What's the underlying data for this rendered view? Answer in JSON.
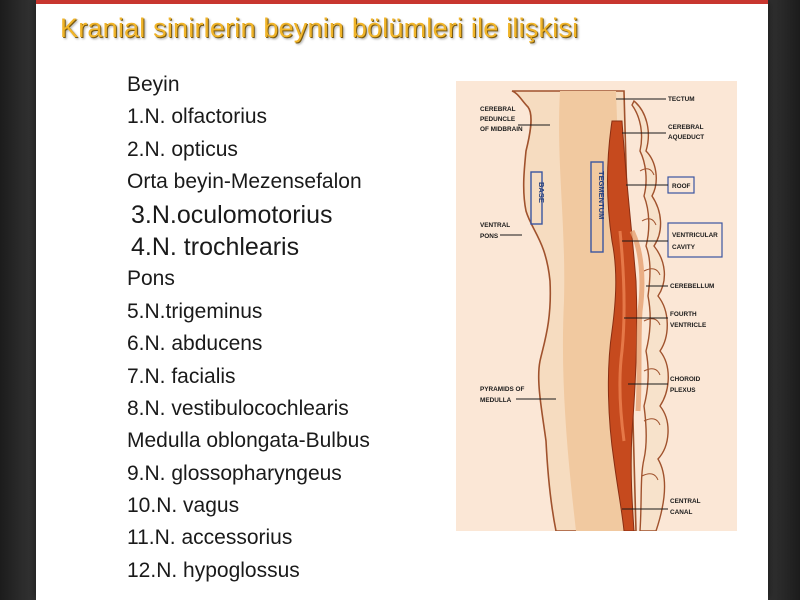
{
  "slide": {
    "title": "Kranial sinirlerin beynin bölümleri ile ilişkisi",
    "accent_color": "#c8362f",
    "title_color": "#f0b429"
  },
  "nerve_list": [
    {
      "text": "Beyin",
      "style": "normal"
    },
    {
      "text": "1.N. olfactorius",
      "style": "normal"
    },
    {
      "text": "2.N. opticus",
      "style": "normal"
    },
    {
      "text": "Orta beyin-Mezensefalon",
      "style": "normal"
    },
    {
      "text": "3.N.oculomotorius",
      "style": "big"
    },
    {
      "text": "4.N. trochlearis",
      "style": "big"
    },
    {
      "text": "Pons",
      "style": "normal"
    },
    {
      "text": "5.N.trigeminus",
      "style": "normal"
    },
    {
      "text": "6.N. abducens",
      "style": "normal"
    },
    {
      "text": "7.N. facialis",
      "style": "normal"
    },
    {
      "text": "8.N. vestibulocochlearis",
      "style": "normal"
    },
    {
      "text": "Medulla oblongata-Bulbus",
      "style": "normal"
    },
    {
      "text": "9.N. glossopharyngeus",
      "style": "normal"
    },
    {
      "text": "10.N. vagus",
      "style": "normal"
    },
    {
      "text": "11.N. accessorius",
      "style": "normal"
    },
    {
      "text": "12.N. hypoglossus",
      "style": "normal"
    }
  ],
  "diagram": {
    "left_labels": {
      "cerebral_peduncle": [
        "CEREBRAL",
        "PEDUNCLE",
        "OF MIDBRAIN"
      ],
      "ventral_pons": [
        "VENTRAL",
        "PONS"
      ],
      "pyramids_of_medulla": [
        "PYRAMIDS OF",
        "MEDULLA"
      ]
    },
    "right_labels": {
      "tectum": [
        "TECTUM"
      ],
      "cerebral_aqueduct": [
        "CEREBRAL",
        "AQUEDUCT"
      ],
      "roof": [
        "ROOF"
      ],
      "ventricular_cavity": [
        "VENTRICULAR",
        "CAVITY"
      ],
      "cerebellum": [
        "CEREBELLUM"
      ],
      "fourth_ventricle": [
        "FOURTH",
        "VENTRICLE"
      ],
      "choroid_plexus": [
        "CHOROID",
        "PLEXUS"
      ],
      "central_canal": [
        "CENTRAL",
        "CANAL"
      ]
    },
    "vertical_labels": {
      "base": "BASE",
      "tegmentum": "TEGMENTUM"
    },
    "colors": {
      "background": "#fbe7d6",
      "brainstem_fill": "#f3cfa9",
      "outline": "#a0522d",
      "cavity": "#c64a1e",
      "label_box": "#3b55a0"
    }
  }
}
